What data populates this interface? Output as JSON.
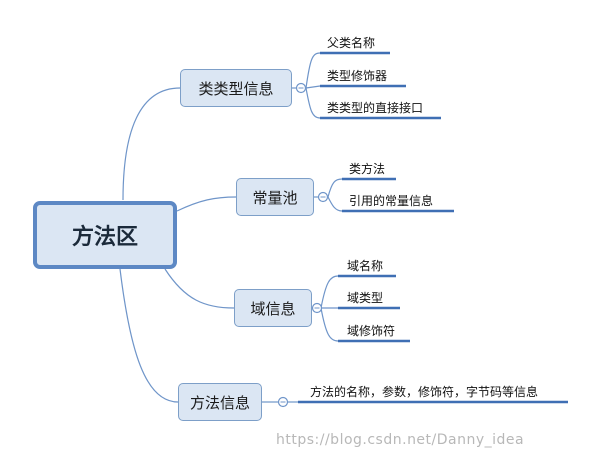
{
  "root": {
    "label": "方法区"
  },
  "branches": [
    {
      "label": "类类型信息",
      "children": [
        "父类名称",
        "类型修饰器",
        "类类型的直接接口"
      ]
    },
    {
      "label": "常量池",
      "children": [
        "类方法",
        "引用的常量信息"
      ]
    },
    {
      "label": "域信息",
      "children": [
        "域名称",
        "域类型",
        "域修饰符"
      ]
    },
    {
      "label": "方法信息",
      "children": [
        "方法的名称，参数，修饰符，字节码等信息"
      ]
    }
  ],
  "watermark": "https://blog.csdn.net/Danny_idea",
  "colors": {
    "line": "#6f95c9",
    "underline": "#3f6fb4",
    "node_fill": "#dbe6f3",
    "node_border": "#7d9fc8",
    "root_border": "#5d88c4"
  }
}
